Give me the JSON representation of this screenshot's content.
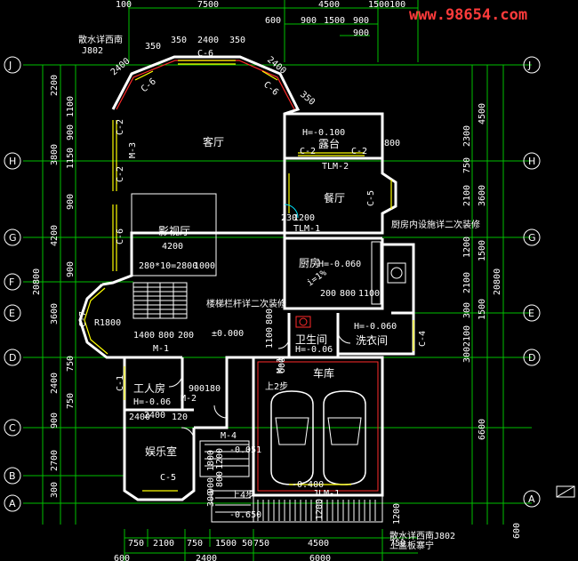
{
  "watermark": "www.98654.com",
  "axes_left": [
    "J",
    "H",
    "G",
    "F",
    "E",
    "D",
    "C",
    "B",
    "A"
  ],
  "axes_right": [
    "J",
    "H",
    "G",
    "E",
    "D",
    "A"
  ],
  "top_dims": {
    "row1": [
      "100",
      "7500",
      "4500",
      "1500100"
    ],
    "row2": [
      "600",
      "900",
      "1500",
      "900"
    ],
    "row3": [
      "900"
    ]
  },
  "bottom_dims": {
    "row1": [
      "750",
      "2100",
      "750",
      "1500",
      "4500",
      "750"
    ],
    "row2": [
      "600",
      "2400",
      "6000"
    ],
    "row2_extra": [
      "50",
      "750"
    ]
  },
  "left_dims": [
    "2200",
    "1100",
    "3800",
    "900",
    "1150",
    "4200",
    "900",
    "20800",
    "3600",
    "750",
    "900",
    "2400",
    "750",
    "900",
    "2700",
    "300"
  ],
  "right_dims": [
    "4500",
    "2300",
    "750",
    "2100",
    "3600",
    "1200",
    "1500",
    "2100",
    "300",
    "1500",
    "2100",
    "20800",
    "300",
    "6600",
    "1200",
    "600"
  ],
  "rooms": {
    "living": "客厅",
    "terrace": "露台",
    "terrace_level": "H=-0.100",
    "dining": "餐厅",
    "theater": "影视厅",
    "theater_w": "4200",
    "theater_dims": "280*10=2800",
    "theater_extra": "1000",
    "kitchen": "厨房",
    "kitchen_level": "H=-0.060",
    "toilet": "卫生间",
    "toilet_level": "H=-0.06",
    "laundry": "洗衣间",
    "laundry_level": "H=-0.060",
    "garage": "车库",
    "worker": "工人房",
    "worker_level": "H=-0.06",
    "ent": "娱乐室"
  },
  "notes": {
    "water_detail": "散水详西南",
    "water_code": "J802",
    "kitchen_note": "厨房内设施详二次装修",
    "rail_note": "楼梯栏杆详二次装修",
    "water_detail2": "散水详西南J802",
    "water_detail2_b": "上盖板寨宁"
  },
  "levels": {
    "zero": "±0.000",
    "step2_up": "上2步",
    "step4_up": "上4步",
    "lvl_0051": "-0.051",
    "lvl_0400": "-0.400",
    "lvl_0650": "-0.650",
    "slope": "i=1%"
  },
  "tags": {
    "C6a": "C-6",
    "C6b": "C-6",
    "C6c": "C-6",
    "C6d": "C-6",
    "C2a": "C-2",
    "C2b": "C-2",
    "C2c": "C-2",
    "C2d": "C-2",
    "C5a": "C-5",
    "C5b": "C-5",
    "C1": "C-1",
    "C4": "C-4",
    "C7": "C-7",
    "M1a": "M-1",
    "M1b": "M-1",
    "M2": "M-2",
    "M3": "M-3",
    "M4": "M-4",
    "TLM2": "TLM-2",
    "TLM1": "TLM-1",
    "JLM1": "JLM-1",
    "R1800": "R1800"
  },
  "misc": {
    "d350a": "350",
    "d350b": "350",
    "d350c": "350",
    "d350d": "350",
    "d2400a": "2400",
    "d2400b": "2400",
    "d2400c": "2400",
    "d2400d": "2400",
    "d800a": "800",
    "d1200a": "1200",
    "d_230": "230",
    "k200": "200",
    "k800": "800",
    "k1100": "1100",
    "m1400": "1400",
    "m800": "800",
    "m200": "200",
    "w900": "900",
    "w180": "180",
    "w2400": "2400",
    "w120": "120",
    "t1100": "1100",
    "t800": "800",
    "t600": "600",
    "v1800": "1800",
    "v900": "900",
    "v300": "300",
    "v1200": "1200",
    "v800": "800",
    "g1200": "1200"
  }
}
